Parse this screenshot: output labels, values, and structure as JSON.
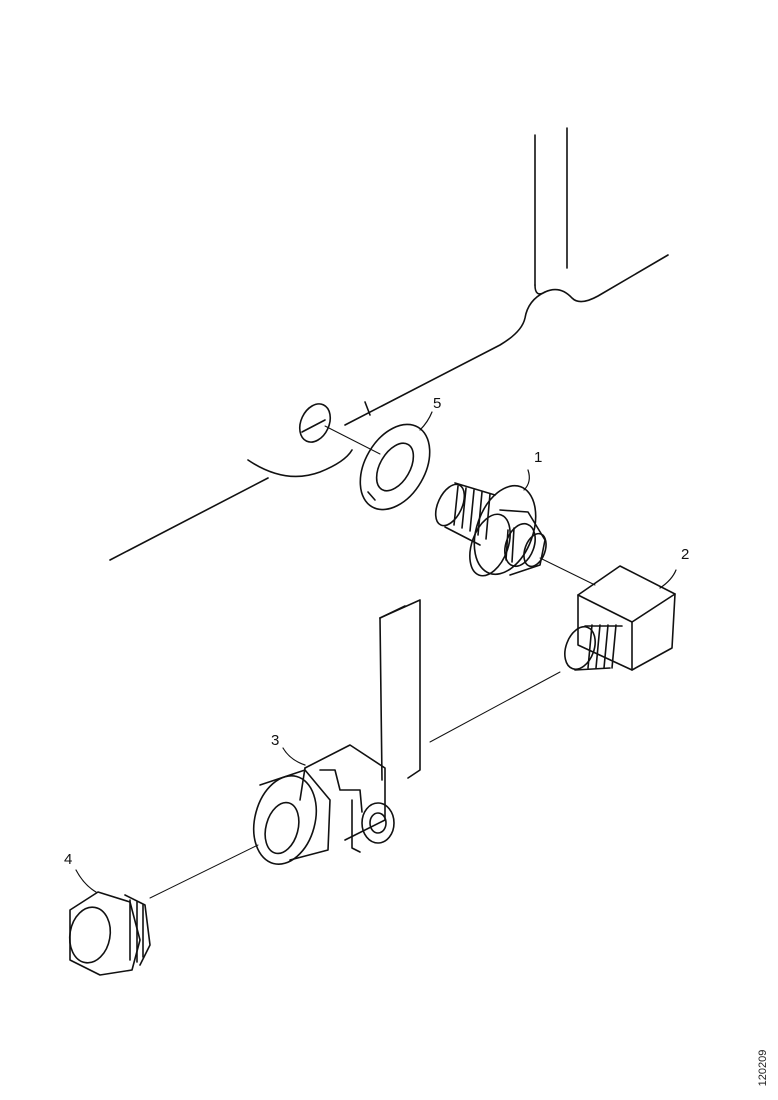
{
  "callouts": {
    "c1": "1",
    "c2": "2",
    "c3": "3",
    "c4": "4",
    "c5": "5"
  },
  "reference_number": "120209"
}
